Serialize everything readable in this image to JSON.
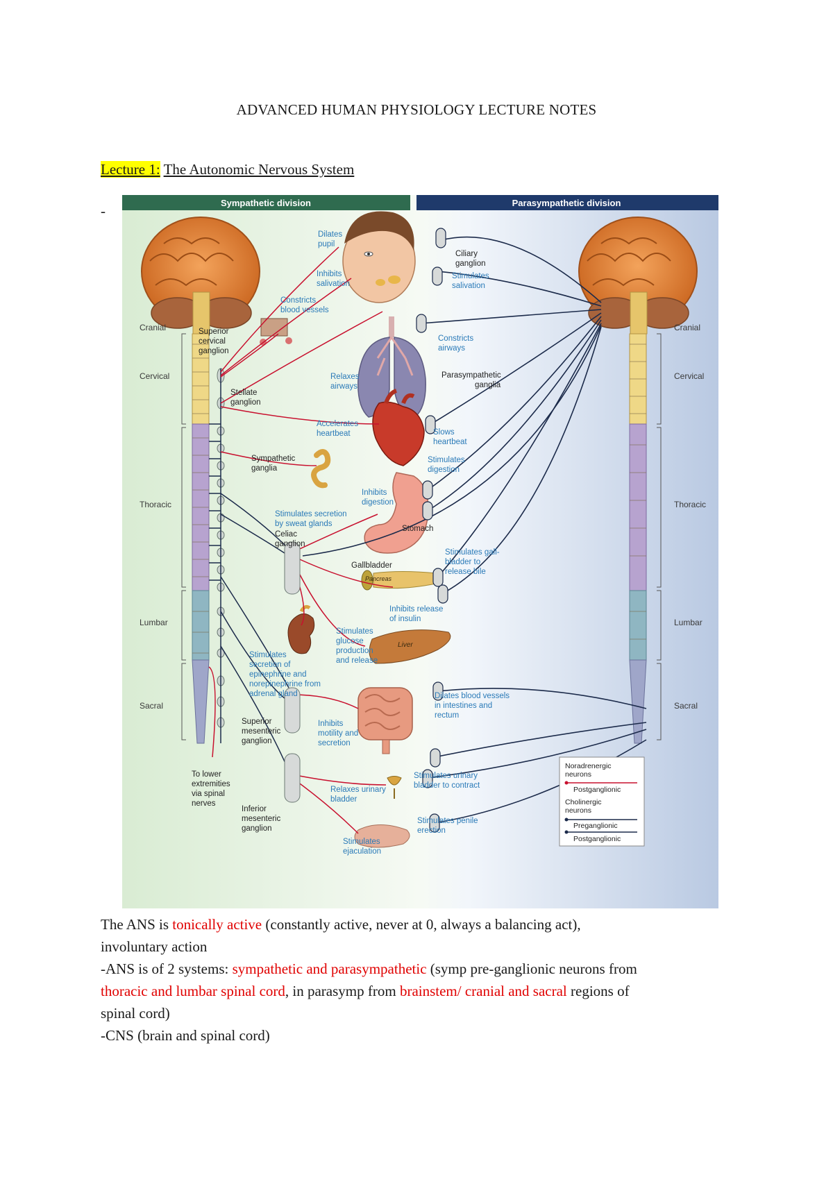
{
  "document": {
    "title": "ADVANCED HUMAN PHYSIOLOGY LECTURE NOTES",
    "lecture_label": "Lecture 1:",
    "lecture_topic": "The Autonomic Nervous System",
    "dash": "-"
  },
  "figure": {
    "header_left": "Sympathetic division",
    "header_right": "Parasympathetic division",
    "regions_left": [
      "Cranial",
      "Cervical",
      "Thoracic",
      "Lumbar",
      "Sacral"
    ],
    "regions_right": [
      "Cranial",
      "Cervical",
      "Thoracic",
      "Lumbar",
      "Sacral"
    ],
    "labels": {
      "dilates_pupil": [
        "Dilates",
        "pupil"
      ],
      "inhibits_salivation": [
        "Inhibits",
        "salivation"
      ],
      "constricts_vessels": [
        "Constricts",
        "blood vessels"
      ],
      "superior_cervical": [
        "Superior",
        "cervical",
        "ganglion"
      ],
      "stellate": [
        "Stellate",
        "ganglion"
      ],
      "relaxes_airways": [
        "Relaxes",
        "airways"
      ],
      "accelerates_heartbeat": [
        "Accelerates",
        "heartbeat"
      ],
      "sympathetic_ganglia": [
        "Sympathetic",
        "ganglia"
      ],
      "sweat": [
        "Stimulates secretion",
        "by sweat glands"
      ],
      "inhibits_digestion": [
        "Inhibits",
        "digestion"
      ],
      "celiac": [
        "Celiac",
        "ganglion"
      ],
      "gallbladder": "Gallbladder",
      "pancreas": "Pancreas",
      "inhibits_insulin": [
        "Inhibits release",
        "of insulin"
      ],
      "liver": "Liver",
      "glucose": [
        "Stimulates",
        "glucose",
        "production",
        "and release"
      ],
      "adrenal": [
        "Stimulates",
        "secretion of",
        "epinephrine and",
        "norepinephrine from",
        "adrenal gland"
      ],
      "superior_mesenteric": [
        "Superior",
        "mesenteric",
        "ganglion"
      ],
      "inhibits_motility": [
        "Inhibits",
        "motility and",
        "secretion"
      ],
      "lower_extremities": [
        "To lower",
        "extremities",
        "via spinal",
        "nerves"
      ],
      "inferior_mesenteric": [
        "Inferior",
        "mesenteric",
        "ganglion"
      ],
      "relaxes_bladder": [
        "Relaxes urinary",
        "bladder"
      ],
      "ejaculation": [
        "Stimulates",
        "ejaculation"
      ],
      "ciliary": [
        "Ciliary",
        "ganglion"
      ],
      "stimulates_salivation": [
        "Stimulates",
        "salivation"
      ],
      "constricts_airways": [
        "Constricts",
        "airways"
      ],
      "parasympathetic_ganglia": [
        "Parasympathetic",
        "ganglia"
      ],
      "slows_heartbeat": [
        "Slows",
        "heartbeat"
      ],
      "stimulates_digestion": [
        "Stimulates",
        "digestion"
      ],
      "stomach": "Stomach",
      "gallbladder_bile": [
        "Stimulates gall-",
        "bladder to",
        "release bile"
      ],
      "dilates_vessels": [
        "Dilates blood vessels",
        "in intestines and",
        "rectum"
      ],
      "bladder_contract": [
        "Stimulates urinary",
        "bladder to contract"
      ],
      "penile_erection": [
        "Stimulates penile",
        "erection"
      ]
    },
    "legend": {
      "noradrenergic": [
        "Noradrenergic",
        "neurons"
      ],
      "postganglionic_1": "Postganglionic",
      "cholinergic": [
        "Cholinergic",
        "neurons"
      ],
      "preganglionic": "Preganglionic",
      "postganglionic_2": "Postganglionic"
    },
    "colors": {
      "sympathetic_nerve": "#c8102e",
      "parasympathetic_nerve": "#1b2a4a",
      "label_blue": "#2a7ab8",
      "header_left_bg": "#2f6b4f",
      "header_right_bg": "#1f3a6b"
    }
  },
  "body": {
    "p1_a": "The ANS is ",
    "p1_red": "tonically active",
    "p1_b": " (constantly active, never at 0, always a balancing act),",
    "p1_c": "involuntary action",
    "p2_a": "-ANS is of 2 systems: ",
    "p2_red1": "sympathetic and parasympathetic",
    "p2_b": " (symp pre-ganglionic neurons from",
    "p2_red2": "thoracic and lumbar spinal cord",
    "p2_c": ", in parasymp from ",
    "p2_red3": "brainstem/ cranial and sacral",
    "p2_d": " regions of",
    "p2_e": "spinal cord)",
    "p3": "-CNS (brain and spinal cord)"
  }
}
